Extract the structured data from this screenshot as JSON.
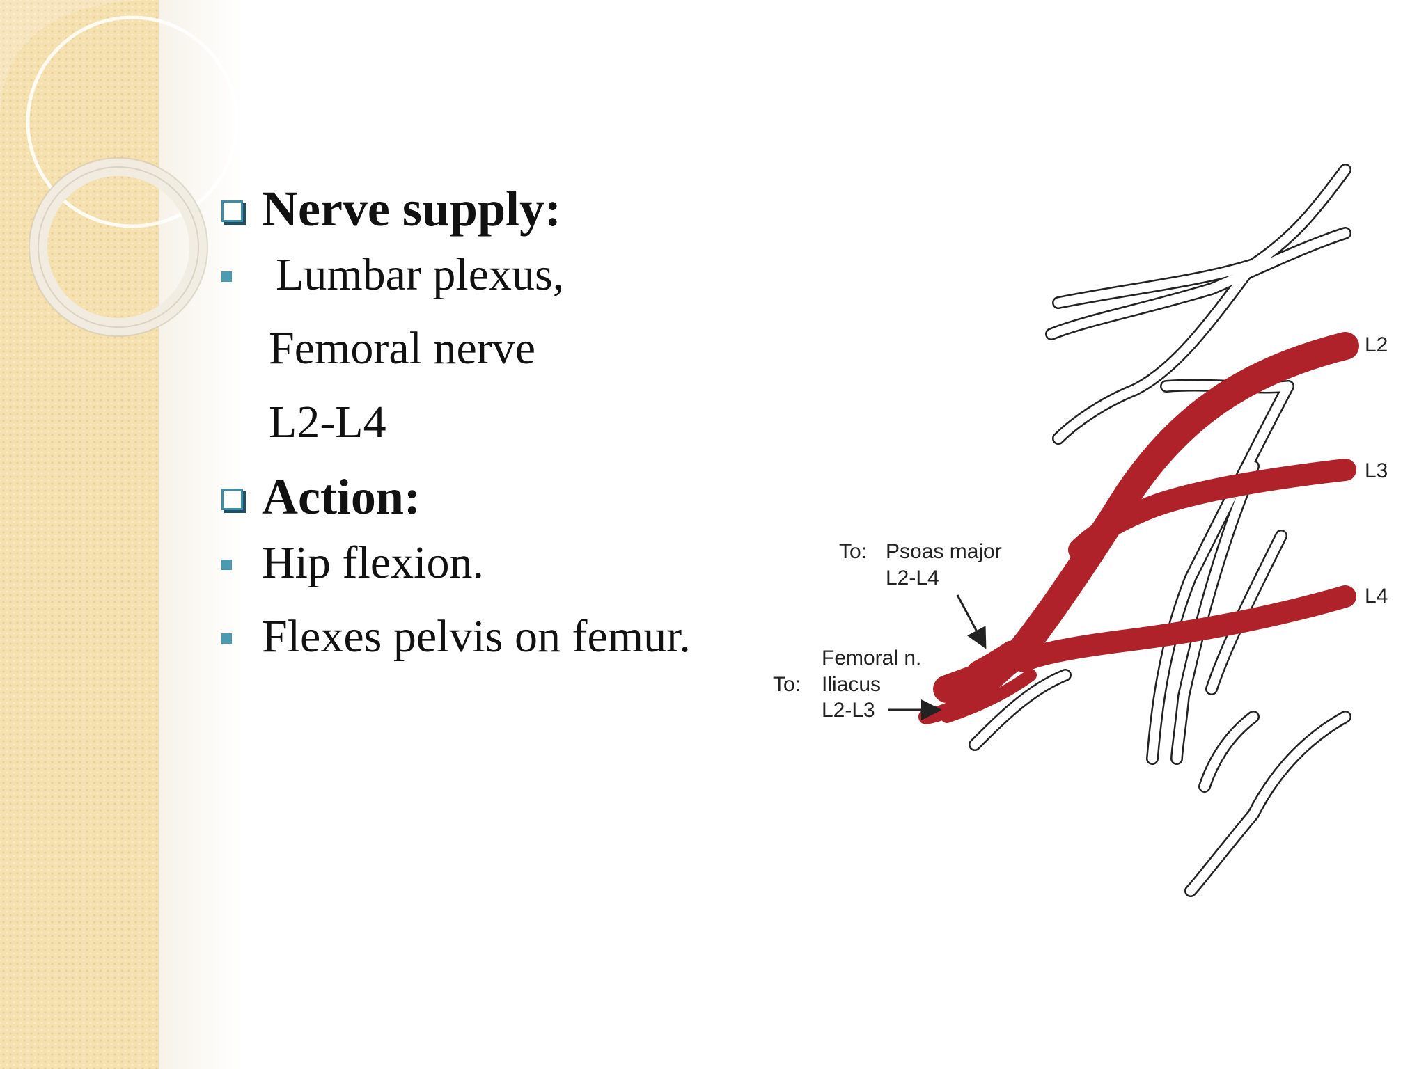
{
  "slide": {
    "sections": [
      {
        "heading": "Nerve supply:",
        "bullets": [
          "Lumbar plexus,"
        ],
        "continuation": [
          "Femoral nerve",
          "L2-L4"
        ]
      },
      {
        "heading": "Action:",
        "bullets": [
          "Hip flexion.",
          "Flexes pelvis on femur."
        ]
      }
    ]
  },
  "diagram": {
    "root_labels": [
      "L2",
      "L3",
      "L4"
    ],
    "psoas_label": [
      "To:",
      "Psoas major",
      "L2-L4"
    ],
    "femoral_label": "Femoral n.",
    "iliacus_label": [
      "To:",
      "Iliacus",
      "L2-L3"
    ]
  },
  "colors": {
    "nerve_red": "#b0222a",
    "accent_teal": "#4a9bb2"
  }
}
